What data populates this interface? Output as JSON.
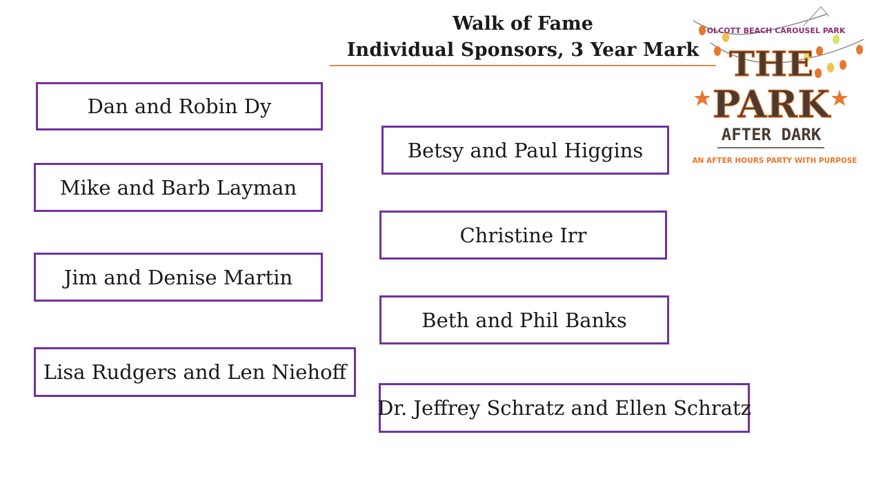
{
  "title": {
    "line1": "Walk of Fame",
    "line2": "Individual  Sponsors, 3 Year Mark"
  },
  "sponsors": [
    "Dan and Robin Dy",
    "Betsy and Paul Higgins",
    "Mike and Barb Layman",
    "Christine Irr",
    "Jim and Denise Martin",
    "Beth and Phil Banks",
    "Lisa Rudgers and Len Niehoff",
    "Dr. Jeffrey Schratz and Ellen Schratz"
  ],
  "logo": {
    "top_text": "OLCOTT BEACH CAROUSEL PARK",
    "line1": "THE",
    "line2": "PARK",
    "line3": "AFTER DARK",
    "tagline": "AN AFTER HOURS PARTY WITH PURPOSE"
  },
  "colors": {
    "box_border": "#7030a0",
    "rule": "#e08a44",
    "logo_dark": "#4a3a30",
    "logo_orange": "#e8762c",
    "logo_purple": "#8b2f6e"
  }
}
